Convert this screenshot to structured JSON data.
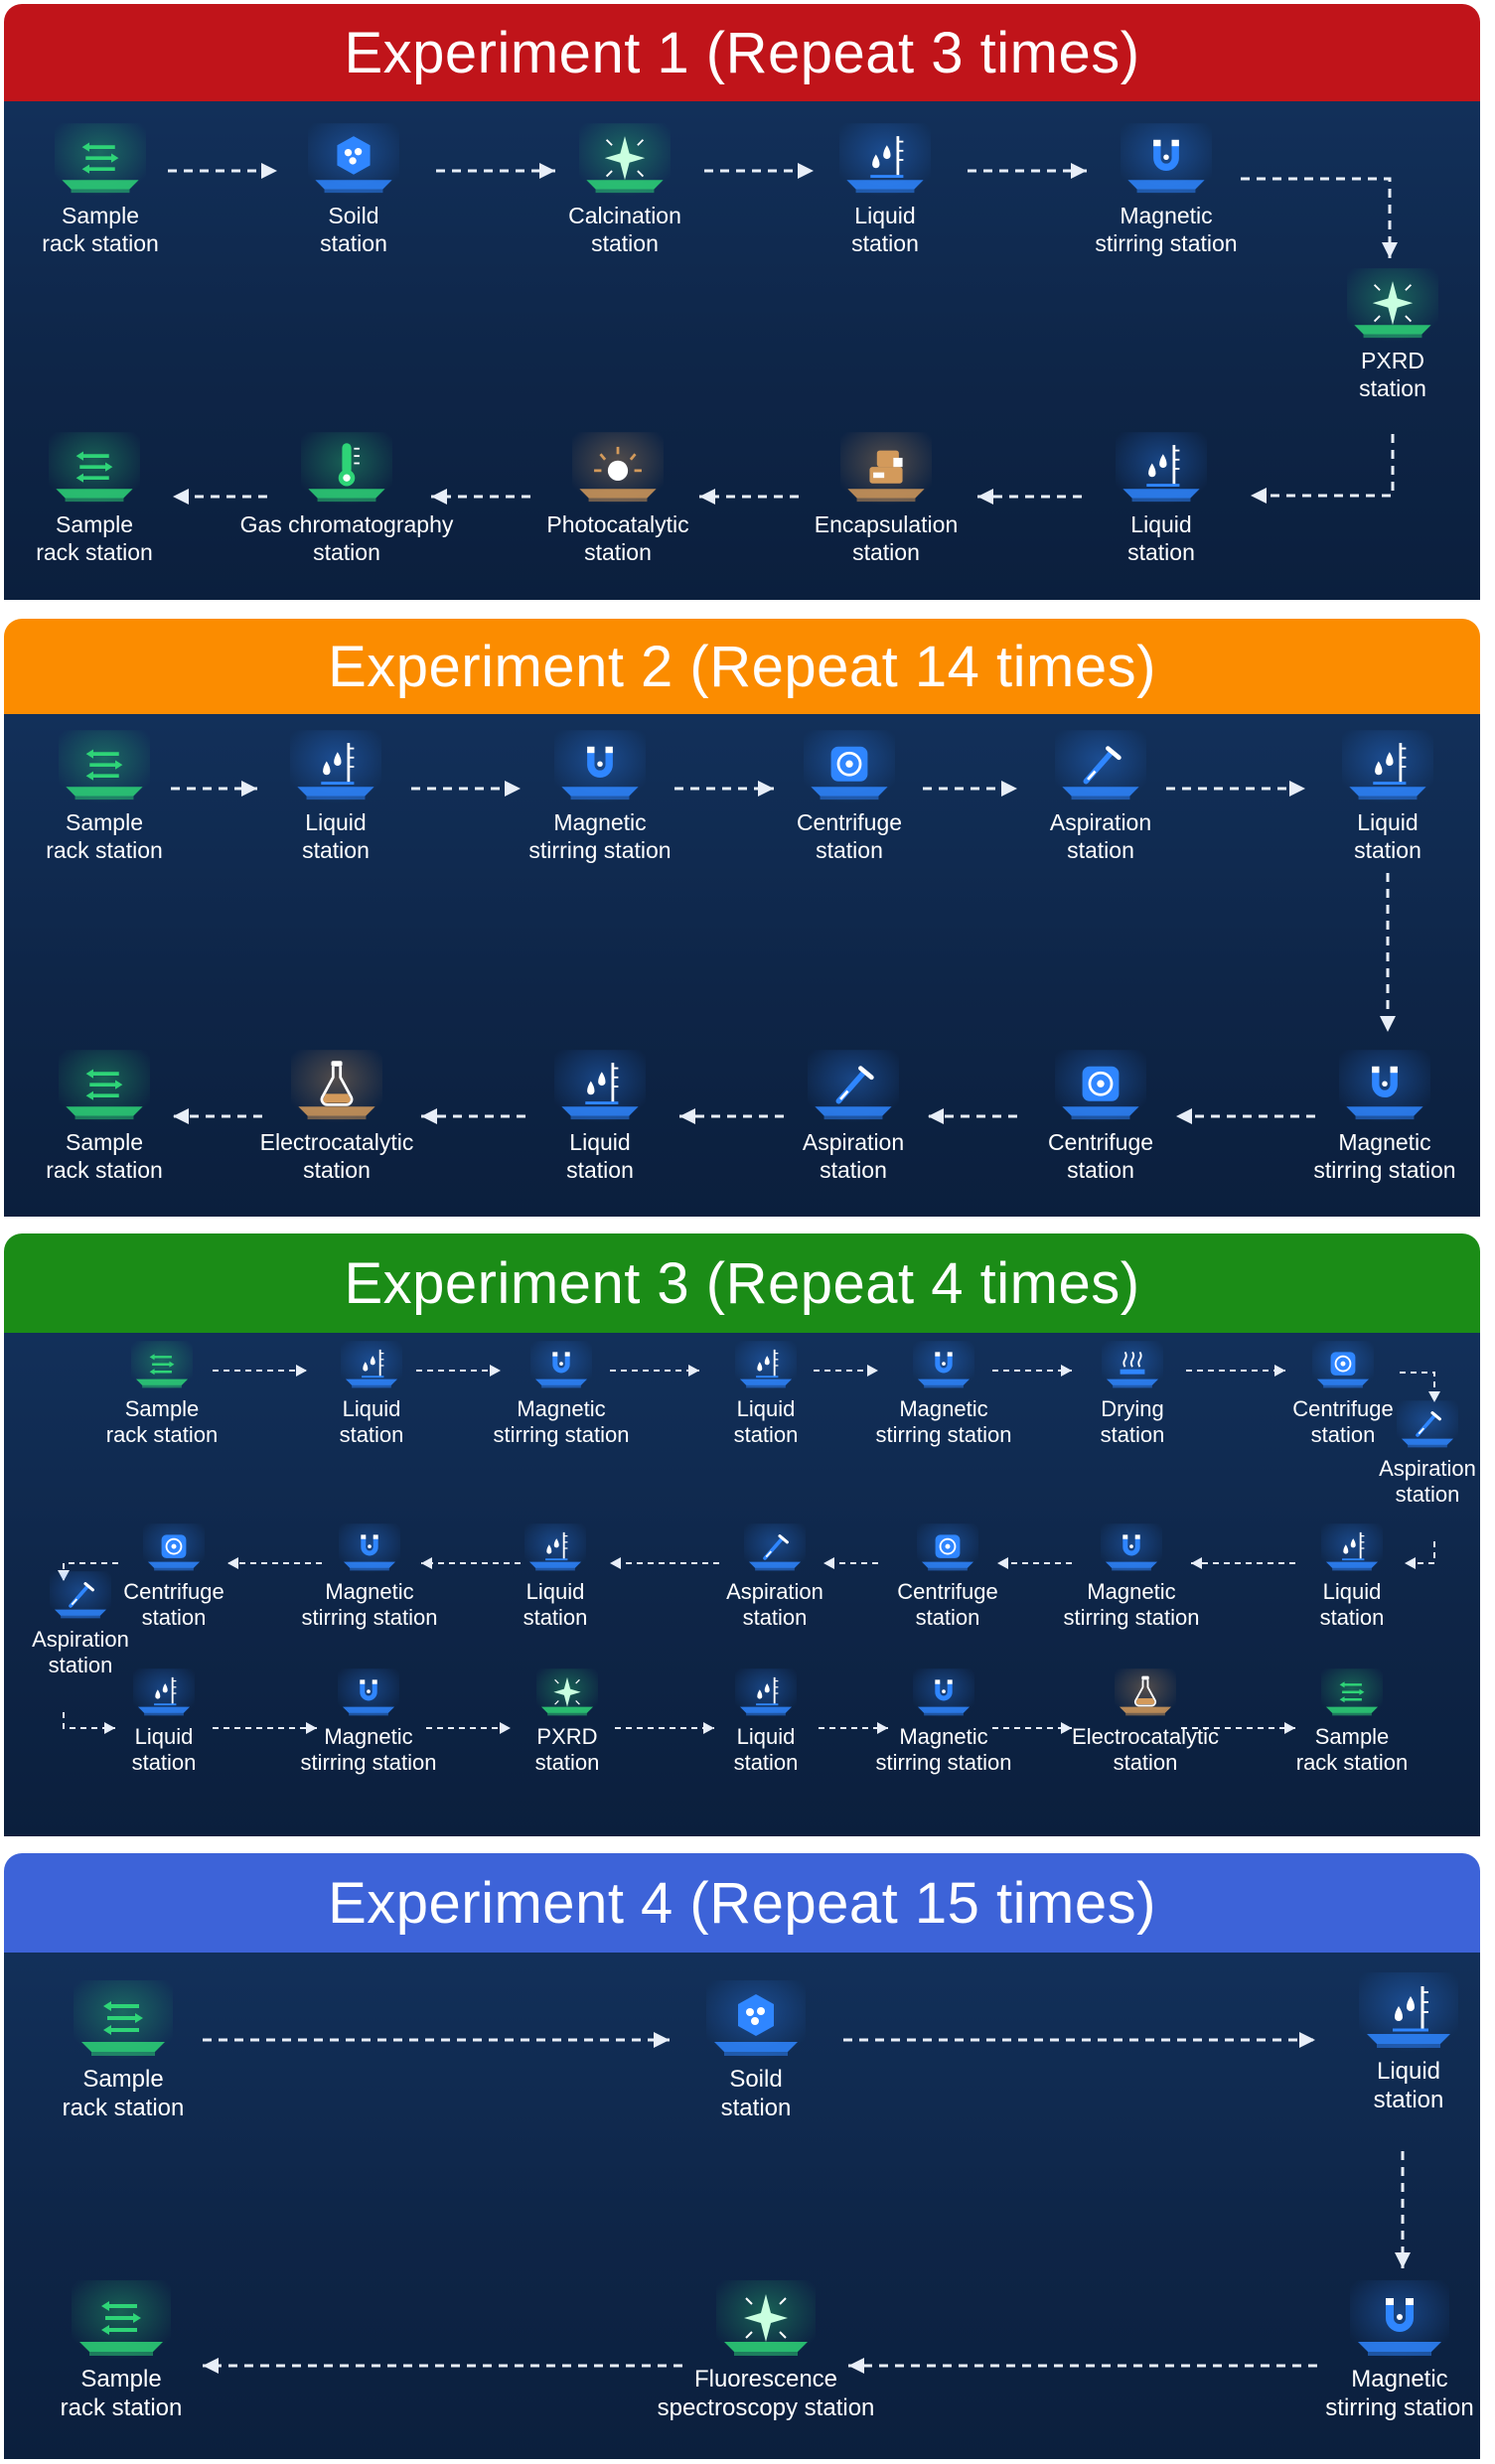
{
  "colors": {
    "exp1_header": "#c0141a",
    "exp2_header": "#fb8c00",
    "exp3_header": "#1b8c17",
    "exp4_header": "#3d63d8",
    "arrow": "#e8eef8",
    "station_green": "#2ed477",
    "station_blue": "#2f86ff",
    "station_brown": "#d39a5b"
  },
  "experiments": [
    {
      "title": "Experiment 1 (Repeat 3 times)",
      "stations": [
        {
          "label": "Sample\nrack station",
          "icon": "rack-icon",
          "color": "green"
        },
        {
          "label": "Soild\nstation",
          "icon": "solid-icon",
          "color": "blue"
        },
        {
          "label": "Calcination\nstation",
          "icon": "sparkle-icon",
          "color": "green"
        },
        {
          "label": "Liquid\nstation",
          "icon": "liquid-icon",
          "color": "blue"
        },
        {
          "label": "Magnetic\nstirring station",
          "icon": "magnet-icon",
          "color": "blue"
        },
        {
          "label": "PXRD\nstation",
          "icon": "sparkle-icon",
          "color": "green"
        },
        {
          "label": "Liquid\nstation",
          "icon": "liquid-icon",
          "color": "blue"
        },
        {
          "label": "Encapsulation\nstation",
          "icon": "sealer-icon",
          "color": "brown"
        },
        {
          "label": "Photocatalytic\nstation",
          "icon": "lamp-icon",
          "color": "brown"
        },
        {
          "label": "Gas chromatography\nstation",
          "icon": "thermometer-icon",
          "color": "green"
        },
        {
          "label": "Sample\nrack station",
          "icon": "rack-icon",
          "color": "green"
        }
      ]
    },
    {
      "title": "Experiment 2 (Repeat 14 times)",
      "stations": [
        {
          "label": "Sample\nrack station",
          "icon": "rack-icon",
          "color": "green"
        },
        {
          "label": "Liquid\nstation",
          "icon": "liquid-icon",
          "color": "blue"
        },
        {
          "label": "Magnetic\nstirring station",
          "icon": "magnet-icon",
          "color": "blue"
        },
        {
          "label": "Centrifuge\nstation",
          "icon": "centrifuge-icon",
          "color": "blue"
        },
        {
          "label": "Aspiration\nstation",
          "icon": "pipette-icon",
          "color": "blue"
        },
        {
          "label": "Liquid\nstation",
          "icon": "liquid-icon",
          "color": "blue"
        },
        {
          "label": "Magnetic\nstirring station",
          "icon": "magnet-icon",
          "color": "blue"
        },
        {
          "label": "Centrifuge\nstation",
          "icon": "centrifuge-icon",
          "color": "blue"
        },
        {
          "label": "Aspiration\nstation",
          "icon": "pipette-icon",
          "color": "blue"
        },
        {
          "label": "Liquid\nstation",
          "icon": "liquid-icon",
          "color": "blue"
        },
        {
          "label": "Electrocatalytic\nstation",
          "icon": "flask-icon",
          "color": "brown"
        },
        {
          "label": "Sample\nrack station",
          "icon": "rack-icon",
          "color": "green"
        }
      ]
    },
    {
      "title": "Experiment 3 (Repeat 4 times)",
      "stations": [
        {
          "label": "Sample\nrack station",
          "icon": "rack-icon",
          "color": "green"
        },
        {
          "label": "Liquid\nstation",
          "icon": "liquid-icon",
          "color": "blue"
        },
        {
          "label": "Magnetic\nstirring station",
          "icon": "magnet-icon",
          "color": "blue"
        },
        {
          "label": "Liquid\nstation",
          "icon": "liquid-icon",
          "color": "blue"
        },
        {
          "label": "Magnetic\nstirring station",
          "icon": "magnet-icon",
          "color": "blue"
        },
        {
          "label": "Drying\nstation",
          "icon": "heater-icon",
          "color": "blue"
        },
        {
          "label": "Centrifuge\nstation",
          "icon": "centrifuge-icon",
          "color": "blue"
        },
        {
          "label": "Aspiration\nstation",
          "icon": "pipette-icon",
          "color": "blue"
        },
        {
          "label": "Liquid\nstation",
          "icon": "liquid-icon",
          "color": "blue"
        },
        {
          "label": "Magnetic\nstirring station",
          "icon": "magnet-icon",
          "color": "blue"
        },
        {
          "label": "Centrifuge\nstation",
          "icon": "centrifuge-icon",
          "color": "blue"
        },
        {
          "label": "Aspiration\nstation",
          "icon": "pipette-icon",
          "color": "blue"
        },
        {
          "label": "Liquid\nstation",
          "icon": "liquid-icon",
          "color": "blue"
        },
        {
          "label": "Magnetic\nstirring station",
          "icon": "magnet-icon",
          "color": "blue"
        },
        {
          "label": "Centrifuge\nstation",
          "icon": "centrifuge-icon",
          "color": "blue"
        },
        {
          "label": "Aspiration\nstation",
          "icon": "pipette-icon",
          "color": "blue"
        },
        {
          "label": "Liquid\nstation",
          "icon": "liquid-icon",
          "color": "blue"
        },
        {
          "label": "Magnetic\nstirring station",
          "icon": "magnet-icon",
          "color": "blue"
        },
        {
          "label": "PXRD\nstation",
          "icon": "sparkle-icon",
          "color": "green"
        },
        {
          "label": "Liquid\nstation",
          "icon": "liquid-icon",
          "color": "blue"
        },
        {
          "label": "Magnetic\nstirring station",
          "icon": "magnet-icon",
          "color": "blue"
        },
        {
          "label": "Electrocatalytic\nstation",
          "icon": "flask-icon",
          "color": "brown"
        },
        {
          "label": "Sample\nrack station",
          "icon": "rack-icon",
          "color": "green"
        }
      ]
    },
    {
      "title": "Experiment 4 (Repeat 15 times)",
      "stations": [
        {
          "label": "Sample\nrack station",
          "icon": "rack-icon",
          "color": "green"
        },
        {
          "label": "Soild\nstation",
          "icon": "solid-icon",
          "color": "blue"
        },
        {
          "label": "Liquid\nstation",
          "icon": "liquid-icon",
          "color": "blue"
        },
        {
          "label": "Magnetic\nstirring station",
          "icon": "magnet-icon",
          "color": "blue"
        },
        {
          "label": "Fluorescence\nspectroscopy station",
          "icon": "sparkle-icon",
          "color": "green"
        },
        {
          "label": "Sample\nrack station",
          "icon": "rack-icon",
          "color": "green"
        }
      ]
    }
  ]
}
